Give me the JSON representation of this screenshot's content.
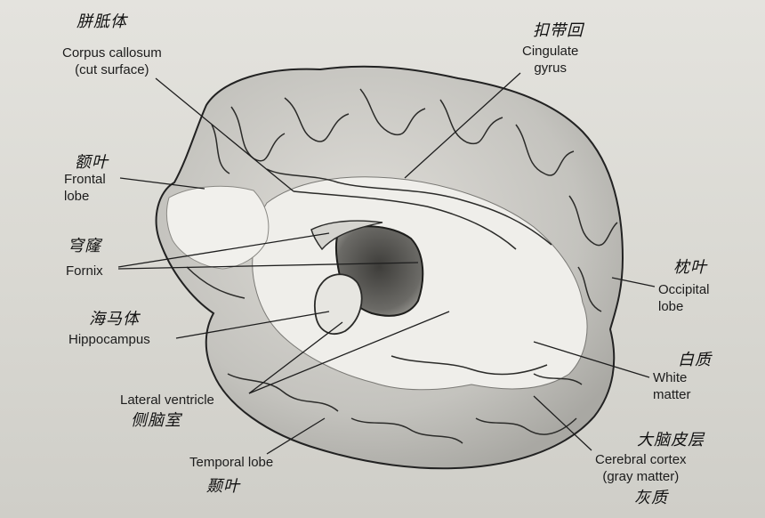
{
  "labels": {
    "corpus_callosum_zh": "胼胝体",
    "corpus_callosum": "Corpus callosum\n(cut surface)",
    "cingulate_zh": "扣带回",
    "cingulate": "Cingulate\ngyrus",
    "frontal_zh": "额叶",
    "frontal": "Frontal\nlobe",
    "fornix_zh": "穹窿",
    "fornix": "Fornix",
    "hippocampus_zh": "海马体",
    "hippocampus": "Hippocampus",
    "lateral_ventricle": "Lateral ventricle",
    "lateral_ventricle_zh": "侧脑室",
    "temporal": "Temporal lobe",
    "temporal_zh": "颞叶",
    "occipital_zh": "枕叶",
    "occipital": "Occipital\nlobe",
    "white_matter_zh": "白质",
    "white_matter": "White\nmatter",
    "cortex_zh": "大脑皮层",
    "cortex": "Cerebral cortex\n(gray matter)",
    "gray_matter_zh": "灰质"
  },
  "colors": {
    "paper": "#dcdbd6",
    "cortex_fill": "#c9c8c3",
    "white_matter_fill": "#f3f2ee",
    "ventricle_fill": "#5d5c58",
    "ink": "#1c1c1c"
  }
}
